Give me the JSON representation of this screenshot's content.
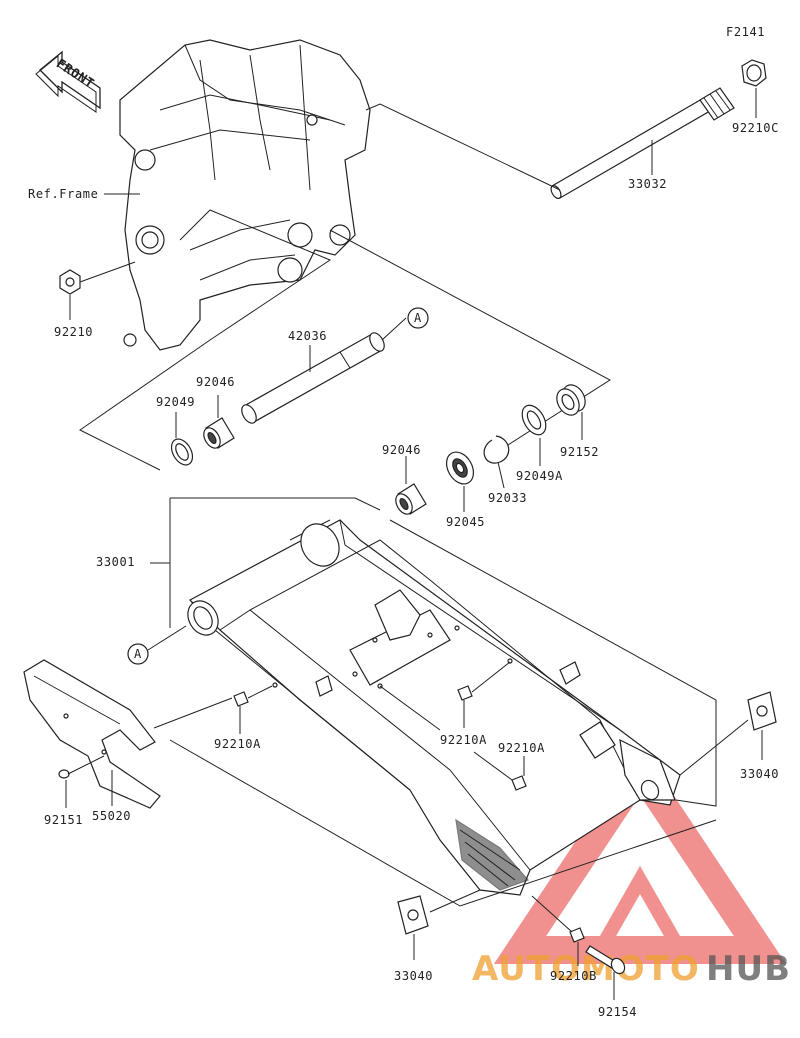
{
  "diagram": {
    "code": "F2141",
    "front_label": "FRONT",
    "frame_ref": "Ref.Frame",
    "callout_A": "A",
    "parts": {
      "p33032": "33032",
      "p92210C": "92210C",
      "p92210": "92210",
      "p42036": "42036",
      "p92046_a": "92046",
      "p92049": "92049",
      "p92046_b": "92046",
      "p92045": "92045",
      "p92033": "92033",
      "p92049A": "92049A",
      "p92152": "92152",
      "p33001": "33001",
      "p92210A_1": "92210A",
      "p92210A_2": "92210A",
      "p92210A_3": "92210A",
      "p33040_1": "33040",
      "p33040_2": "33040",
      "p92151": "92151",
      "p55020": "55020",
      "p92210B": "92210B",
      "p92154": "92154"
    }
  },
  "watermark": {
    "brand_part1": "AUTOMOTO",
    "brand_part2": "HUB",
    "color_red": "#e53935",
    "color_gold": "#f0a030",
    "color_dark": "#555555"
  }
}
